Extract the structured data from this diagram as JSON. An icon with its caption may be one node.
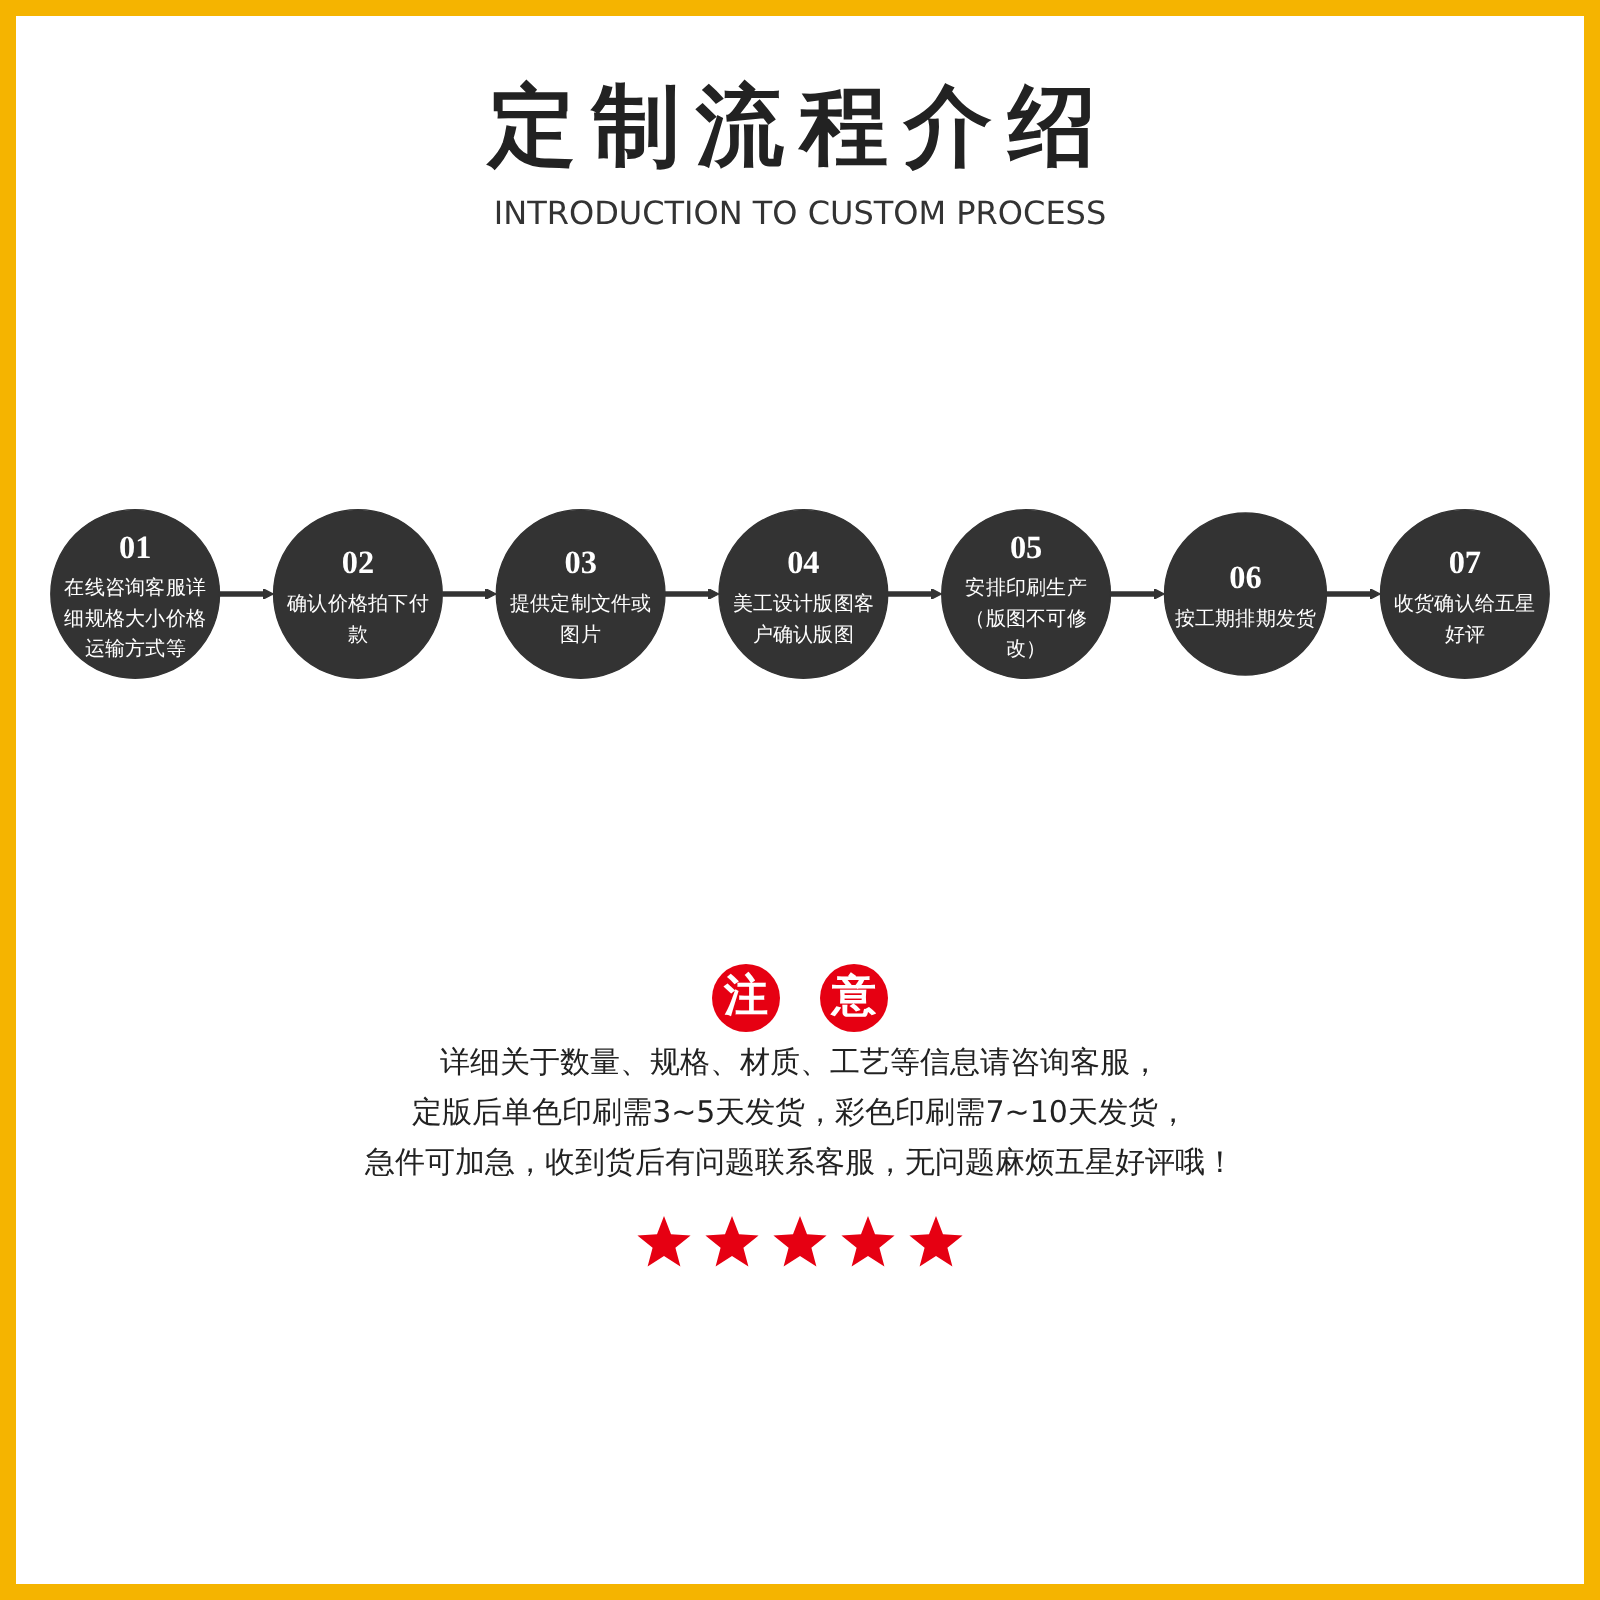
{
  "diagram": {
    "title": "定制流程介绍",
    "nodes": [
      {
        "text": [
          "01",
          "在线咨询客服详细规格大小价格运输方式等"
        ]
      },
      {
        "text": [
          "02",
          "确认价格拍下付款"
        ]
      },
      {
        "text": [
          "03",
          "提供定制文件或图片"
        ]
      },
      {
        "text": [
          "04",
          "美工设计版图客户确认版图"
        ]
      },
      {
        "text": [
          "05",
          "安排印刷生产",
          "（版图不可修改）"
        ]
      },
      {
        "text": [
          "06",
          "按工期排期发货"
        ]
      },
      {
        "text": [
          "07",
          "收货确认给五星好评"
        ]
      }
    ],
    "edges": [
      {
        "from": 0,
        "to": 1,
        "arrow": "to"
      },
      {
        "from": 1,
        "to": 2,
        "arrow": "to"
      },
      {
        "from": 2,
        "to": 3,
        "arrow": "to"
      },
      {
        "from": 3,
        "to": 4,
        "arrow": "to"
      },
      {
        "from": 4,
        "to": 5,
        "arrow": "to"
      },
      {
        "from": 5,
        "to": 6,
        "arrow": "to"
      }
    ],
    "labels": [
      "INTRODUCTION TO CUSTOM PROCESS",
      "注",
      "意",
      "详细关于数量、规格、材质、工艺等信息请咨询客服，",
      "定版后单色印刷需3~5天发货，彩色印刷需7~10天发货，",
      "急件可加急，收到货后有问题联系客服，无问题麻烦五星好评哦！"
    ]
  }
}
